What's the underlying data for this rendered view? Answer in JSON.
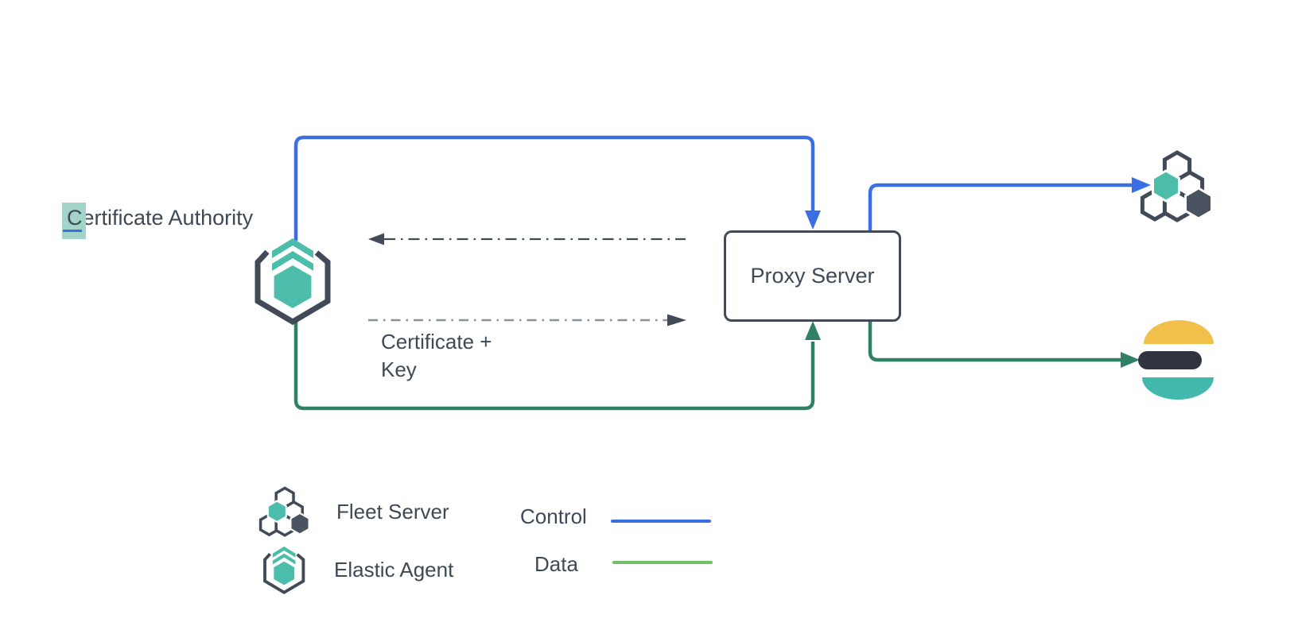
{
  "colors": {
    "control": "#3a6fe3",
    "data": "#2e8066",
    "legend_data_line": "#72bf6a",
    "slate": "#414a56",
    "teal": "#4cbcab",
    "dark_hex": "#4b5361",
    "es_yellow": "#f0c04b",
    "es_dark": "#2f3440",
    "es_teal": "#43b8ac",
    "dashed_light": "#8a919b",
    "highlight": "#a3d4ca",
    "text": "#3f4855",
    "background": "#ffffff"
  },
  "labels": {
    "certificate_authority": {
      "highlight": "C",
      "rest": "ertificate Authority"
    },
    "proxy_server": "Proxy Server",
    "certificate_key": {
      "line1": "Certificate +",
      "line2": "Key"
    }
  },
  "legend": {
    "fleet_server": "Fleet Server",
    "elastic_agent": "Elastic Agent",
    "control": "Control",
    "data": "Data"
  },
  "diagram": {
    "nodes": [
      {
        "id": "certificate-authority",
        "label": "Certificate Authority",
        "icon": "elastic-agent"
      },
      {
        "id": "proxy-server",
        "label": "Proxy Server",
        "shape": "rounded-rectangle"
      },
      {
        "id": "fleet-server",
        "label": "",
        "icon": "fleet-server"
      },
      {
        "id": "elasticsearch",
        "label": "",
        "icon": "elasticsearch"
      }
    ],
    "edges": [
      {
        "from": "elastic-agent",
        "to": "proxy-server",
        "type": "Control",
        "style": "solid-blue"
      },
      {
        "from": "proxy-server",
        "to": "fleet-server",
        "type": "Control",
        "style": "solid-blue"
      },
      {
        "from": "elastic-agent",
        "to": "proxy-server",
        "type": "Data",
        "style": "solid-green"
      },
      {
        "from": "proxy-server",
        "to": "elasticsearch",
        "type": "Data",
        "style": "solid-green"
      },
      {
        "from": "proxy-server",
        "to": "elastic-agent",
        "type": "",
        "style": "dash-dot"
      },
      {
        "from": "elastic-agent",
        "to": "proxy-server",
        "type": "Certificate + Key",
        "style": "dash-dot"
      }
    ]
  }
}
